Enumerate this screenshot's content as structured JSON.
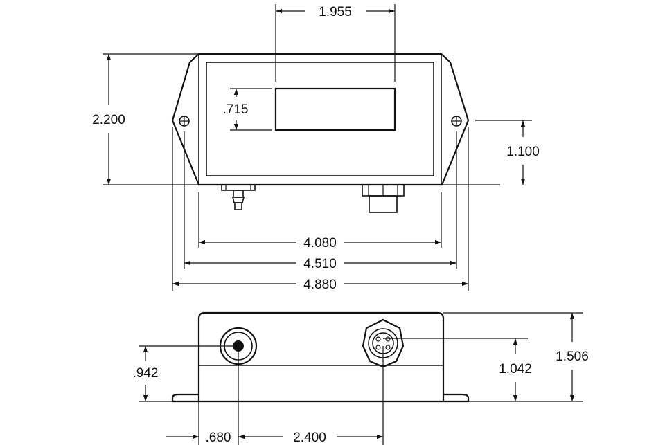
{
  "dimensions": {
    "top_width_1955": "1.955",
    "height_2200": "2.200",
    "window_715": ".715",
    "mount_1100": "1.100",
    "width_4080": "4.080",
    "width_4510": "4.510",
    "width_4880": "4.880",
    "side_942": ".942",
    "side_1042": "1.042",
    "side_1506": "1.506",
    "offset_680": ".680",
    "spacing_2400": "2.400"
  },
  "colors": {
    "line": "#111111",
    "background": "#ffffff"
  },
  "icons": [
    "mounting-hole-icon",
    "port-fitting-icon",
    "connector-icon"
  ]
}
